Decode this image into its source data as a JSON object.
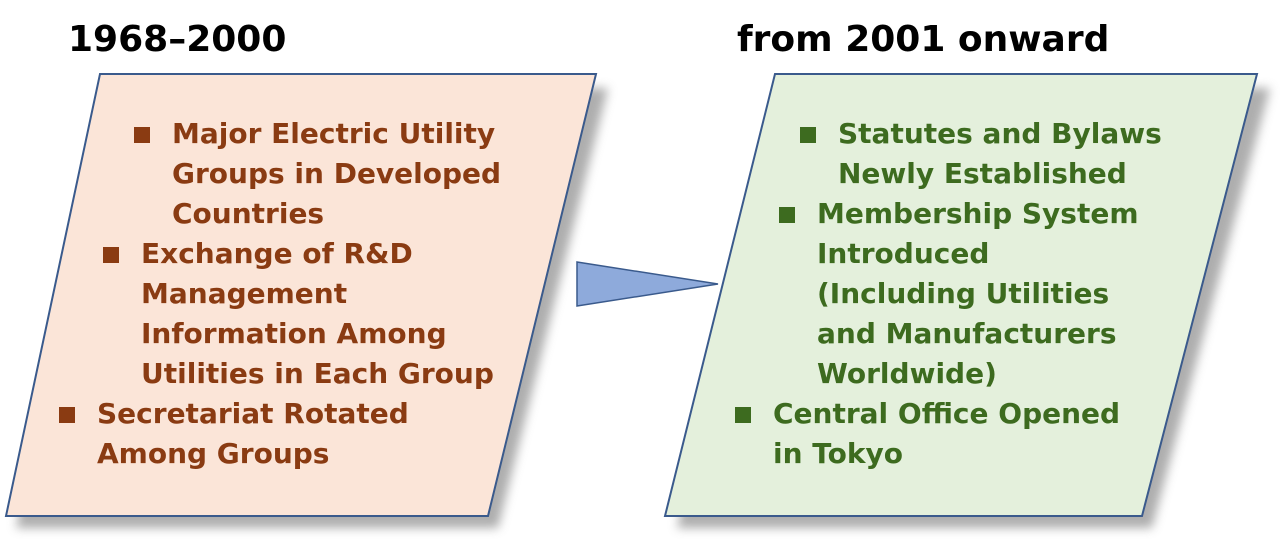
{
  "left_panel": {
    "heading": "1968–2000",
    "items": [
      {
        "lines": [
          "Major Electric Utility",
          "Groups in Developed",
          "Countries"
        ]
      },
      {
        "lines": [
          "Exchange of R&D",
          "Management",
          "Information Among",
          "Utilities in Each Group"
        ]
      },
      {
        "lines": [
          "Secretariat Rotated",
          "Among Groups"
        ]
      }
    ]
  },
  "right_panel": {
    "heading": "from 2001 onward",
    "items": [
      {
        "lines": [
          "Statutes and Bylaws",
          "Newly Established"
        ]
      },
      {
        "lines": [
          "Membership System",
          "Introduced",
          "(Including Utilities",
          "and Manufacturers",
          "Worldwide)"
        ]
      },
      {
        "lines": [
          "Central Office Opened",
          "in Tokyo"
        ]
      }
    ]
  },
  "colors": {
    "left_fill": "#fbe5d8",
    "left_text": "#8a3b12",
    "right_fill": "#e4f0dc",
    "right_text": "#3d6b1f",
    "border": "#3a5a8c",
    "arrow_fill": "#8eaadb",
    "shadow": "#9a9a9a"
  }
}
